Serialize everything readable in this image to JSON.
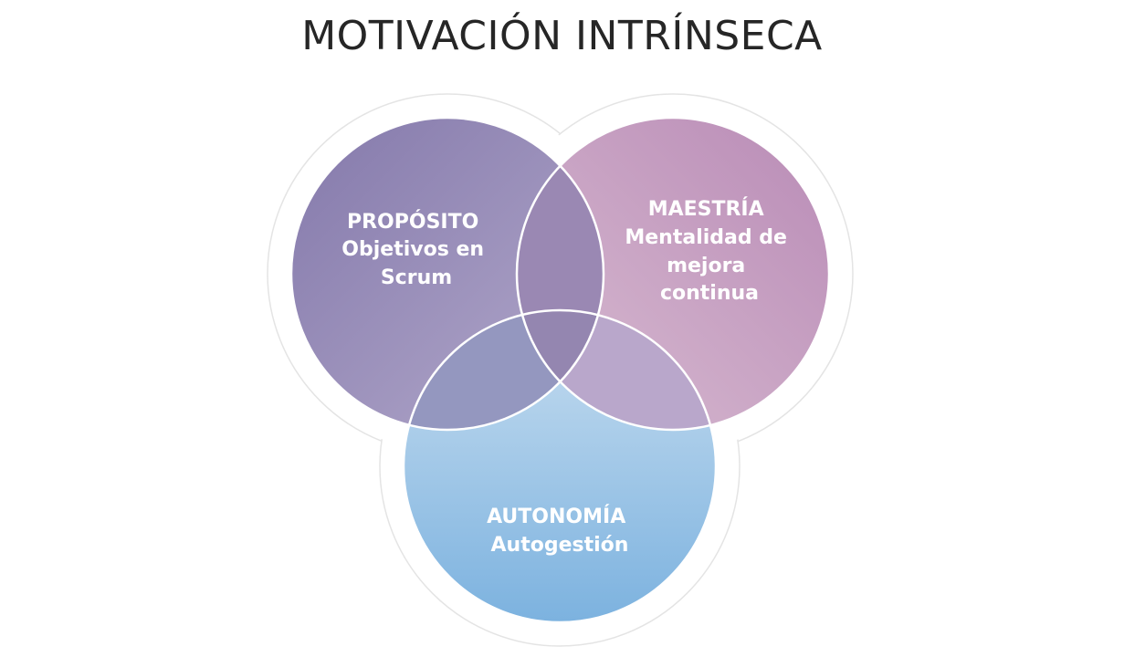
{
  "title": "MOTIVACIÓN INTRÍNSECA",
  "circles": [
    {
      "id": "proposito",
      "lines": [
        "PROPÓSITO",
        "Objetivos en",
        "Scrum"
      ],
      "gradient": [
        "#8a7fb0",
        "#aea3c8"
      ]
    },
    {
      "id": "maestria",
      "lines": [
        "MAESTRÍA",
        "Mentalidad de",
        "mejora",
        "continua"
      ],
      "gradient": [
        "#bd8fb9",
        "#d3b4cc"
      ]
    },
    {
      "id": "autonomia",
      "lines": [
        "AUTONOMÍA",
        "Autogestión"
      ],
      "gradient": [
        "#c0d9ee",
        "#7fb5e0"
      ]
    }
  ]
}
